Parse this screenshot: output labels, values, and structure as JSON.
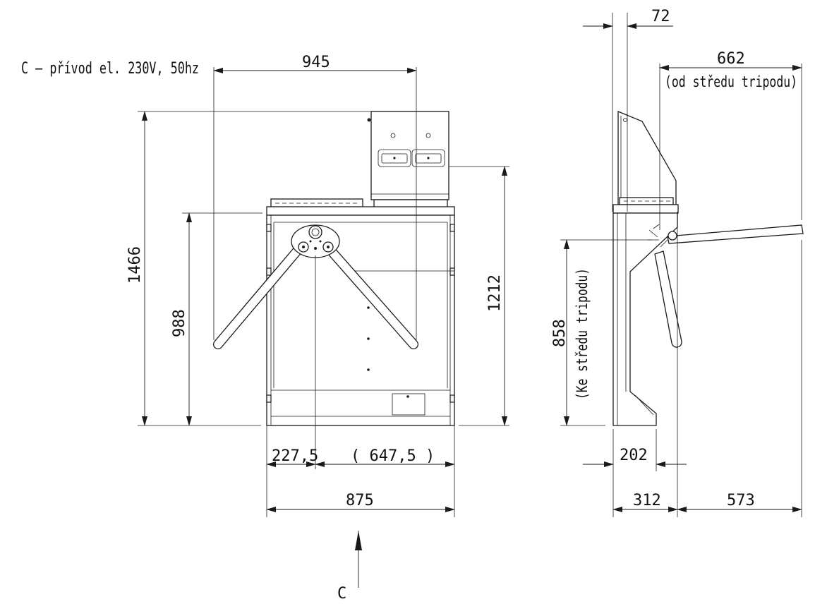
{
  "note": "C – přívod el. 230V, 50hz",
  "section_mark": "C",
  "dimensions": {
    "front_width_top": "945",
    "total_height": "1466",
    "arm_height": "988",
    "cabinet_height": "1212",
    "offset_left": "227,5",
    "center_span": "( 647,5 )",
    "base_width": "875",
    "side_top": "72",
    "arm_length": "662",
    "arm_length_note": "(od středu tripodu)",
    "tripod_center_height": "858",
    "tripod_center_note": "(Ke středu tripodu)",
    "side_base": "202",
    "side_depth": "312",
    "side_arm_reach": "573"
  },
  "colors": {
    "line": "#1a1a1a",
    "background": "#ffffff"
  }
}
